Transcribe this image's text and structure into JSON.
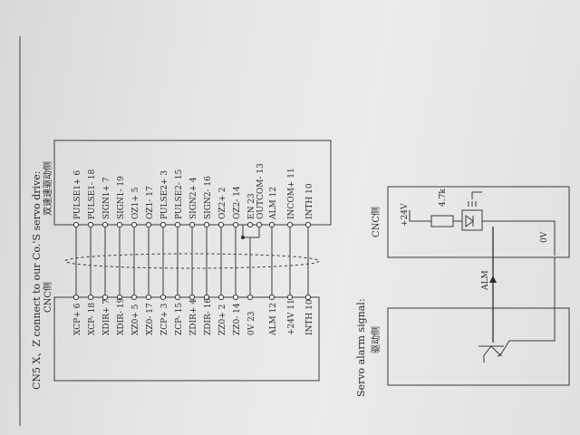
{
  "title": "CN5 X、Z connect to our Co.'S servo drive:",
  "title_cn": "双速速驱动侧",
  "cnc_side_label": "CNC侧",
  "left_pins": [
    "XCP+ 6",
    "XCP- 18",
    "XDIR+ 7",
    "XDIR- 19",
    "XZ0+ 5",
    "XZ0- 17",
    "ZCP+ 3",
    "ZCP- 15",
    "ZDIR+ 4",
    "ZDIR- 16",
    "ZZ0+ 2",
    "ZZ0- 14",
    "0V 23",
    "ALM 12",
    "+24V 11",
    "INTH 10"
  ],
  "right_pins": [
    "PULSE1+ 6",
    "PULSE1- 18",
    "SIGN1+ 7",
    "SIGN1- 19",
    "OZ1+ 5",
    "OZ1- 17",
    "PULSE2+ 3",
    "PULSE2- 15",
    "SIGN2+ 4",
    "SIGN2- 16",
    "OZ2+ 2",
    "OZ2- 14",
    "EN 23",
    "OUTCOM- 13",
    "ALM 12",
    "INCOM+ 11",
    "INTH 10"
  ],
  "alarm_title": "Servo alarm signal:",
  "drive_side_label": "驱动侧",
  "cnc_label_2": "CNC侧",
  "plus24_label": "+24V",
  "resistor_label": "4.7k",
  "zero_v_label": "0V",
  "alm_label": "ALM"
}
